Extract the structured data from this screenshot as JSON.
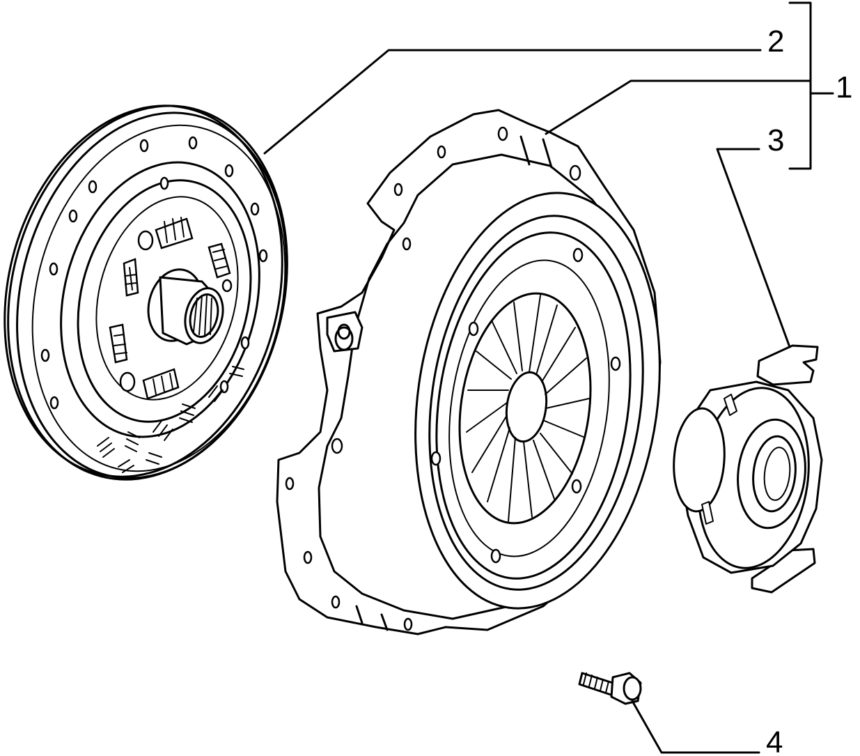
{
  "diagram": {
    "callouts": [
      {
        "id": "1",
        "label": "1"
      },
      {
        "id": "2",
        "label": "2"
      },
      {
        "id": "3",
        "label": "3"
      },
      {
        "id": "4",
        "label": "4"
      }
    ],
    "parts": [
      {
        "icon": "clutch-disc-icon"
      },
      {
        "icon": "pressure-plate-icon"
      },
      {
        "icon": "release-bearing-icon"
      },
      {
        "icon": "bolt-icon"
      }
    ]
  }
}
